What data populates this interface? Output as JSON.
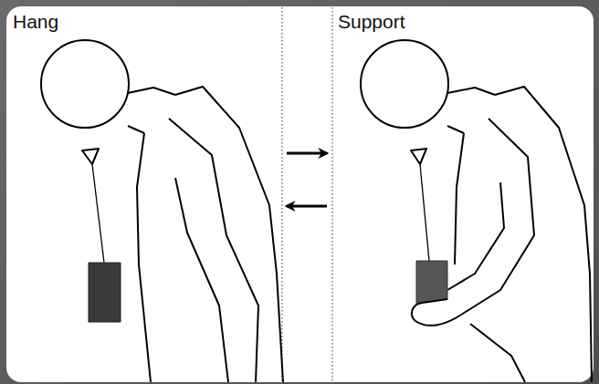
{
  "diagram": {
    "nodes": [
      {
        "text": [
          "Hang"
        ]
      },
      {
        "text": [
          "Support"
        ]
      }
    ],
    "edges": [
      {
        "from": 0,
        "to": 1,
        "arrow": "to"
      },
      {
        "from": 1,
        "to": 0,
        "arrow": "to"
      }
    ]
  }
}
